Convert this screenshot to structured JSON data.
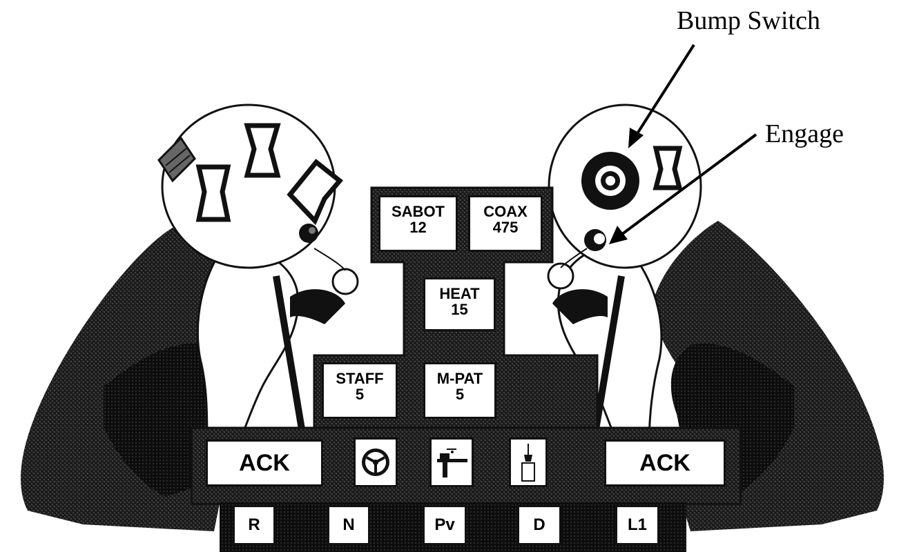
{
  "callouts": {
    "bump_switch": "Bump Switch",
    "engage": "Engage"
  },
  "ammo_buttons": [
    {
      "name": "SABOT",
      "count": "12"
    },
    {
      "name": "COAX",
      "count": "475"
    },
    {
      "name": "HEAT",
      "count": "15"
    },
    {
      "name": "STAFF",
      "count": "5"
    },
    {
      "name": "M-PAT",
      "count": "5"
    }
  ],
  "control_bar": {
    "ack_left": "ACK",
    "ack_right": "ACK",
    "icons": [
      "steering-wheel-icon",
      "gun-icon",
      "lamp-icon"
    ]
  },
  "gear_buttons": [
    "R",
    "N",
    "Pv",
    "D",
    "L1"
  ],
  "colors": {
    "ink": "#111111",
    "background": "#ffffff",
    "panel": "#2b2b2b"
  }
}
